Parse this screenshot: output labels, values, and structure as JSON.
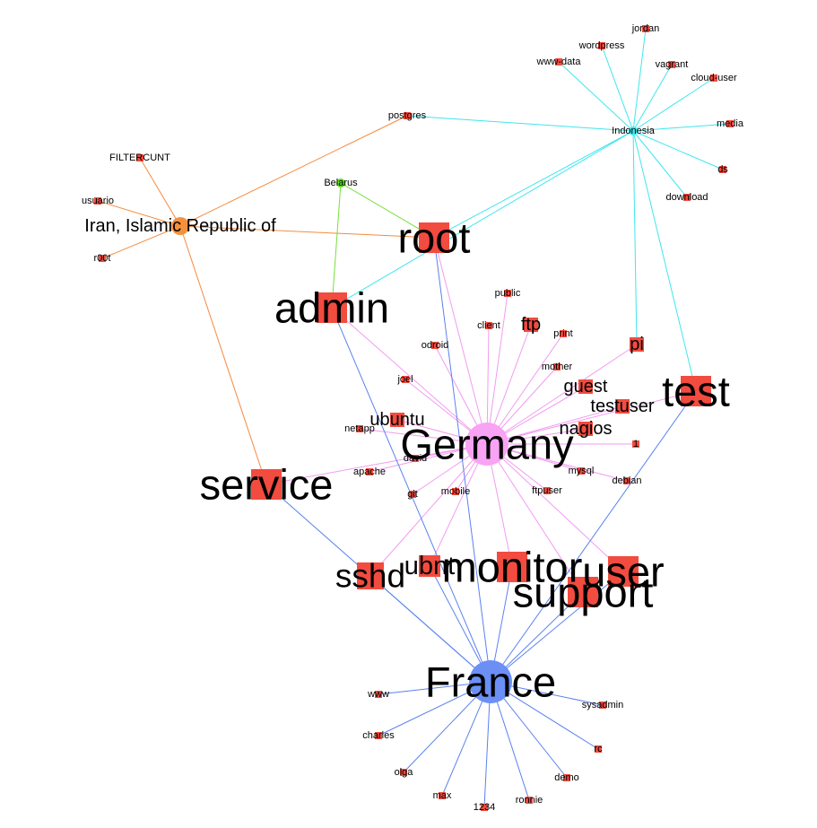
{
  "colors": {
    "country_de": "#f9a3f5",
    "country_fr": "#6b8ff5",
    "country_id": "#3fe8ef",
    "country_ir": "#f5913d",
    "country_by": "#5de023",
    "user_node": "#f24b3f",
    "edge_de": "#f29bf0",
    "edge_fr": "#5a82f0",
    "edge_id": "#3fe6ee",
    "edge_ir": "#f58a3d",
    "edge_by": "#78e03a"
  },
  "countries": [
    {
      "id": "de",
      "label": "Germany"
    },
    {
      "id": "fr",
      "label": "France"
    },
    {
      "id": "id",
      "label": "Indonesia"
    },
    {
      "id": "ir",
      "label": "Iran, Islamic Republic of"
    },
    {
      "id": "by",
      "label": "Belarus"
    }
  ],
  "usernames": [
    {
      "id": "root",
      "label": "root"
    },
    {
      "id": "admin",
      "label": "admin"
    },
    {
      "id": "test",
      "label": "test"
    },
    {
      "id": "service",
      "label": "service"
    },
    {
      "id": "monitor",
      "label": "monitor"
    },
    {
      "id": "user",
      "label": "user"
    },
    {
      "id": "support",
      "label": "support"
    },
    {
      "id": "sshd",
      "label": "sshd"
    },
    {
      "id": "ubnt",
      "label": "ubnt"
    },
    {
      "id": "pi",
      "label": "pi"
    },
    {
      "id": "guest",
      "label": "guest"
    },
    {
      "id": "testuser",
      "label": "testuser"
    },
    {
      "id": "nagios",
      "label": "nagios"
    },
    {
      "id": "ubuntu",
      "label": "ubuntu"
    },
    {
      "id": "ftp",
      "label": "ftp"
    },
    {
      "id": "public",
      "label": "public"
    },
    {
      "id": "client",
      "label": "client"
    },
    {
      "id": "print",
      "label": "print"
    },
    {
      "id": "odroid",
      "label": "odroid"
    },
    {
      "id": "mother",
      "label": "mother"
    },
    {
      "id": "joel",
      "label": "joel"
    },
    {
      "id": "netapp",
      "label": "netapp"
    },
    {
      "id": "david",
      "label": "david"
    },
    {
      "id": "apache",
      "label": "apache"
    },
    {
      "id": "git",
      "label": "git"
    },
    {
      "id": "mobile",
      "label": "mobile"
    },
    {
      "id": "mysql",
      "label": "mysql"
    },
    {
      "id": "ftpuser",
      "label": "ftpuser"
    },
    {
      "id": "debian",
      "label": "debian"
    },
    {
      "id": "one",
      "label": "1"
    },
    {
      "id": "jordan",
      "label": "jordan"
    },
    {
      "id": "wordpress",
      "label": "wordpress"
    },
    {
      "id": "wwwdata",
      "label": "www-data"
    },
    {
      "id": "vagrant",
      "label": "vagrant"
    },
    {
      "id": "clouduser",
      "label": "cloud-user"
    },
    {
      "id": "media",
      "label": "media"
    },
    {
      "id": "ds",
      "label": "ds"
    },
    {
      "id": "download",
      "label": "download"
    },
    {
      "id": "postgres",
      "label": "postgres"
    },
    {
      "id": "filtercunt",
      "label": "FILTERCUNT"
    },
    {
      "id": "usuario",
      "label": "usuario"
    },
    {
      "id": "r00t",
      "label": "r00t"
    },
    {
      "id": "www",
      "label": "www"
    },
    {
      "id": "charles",
      "label": "charles"
    },
    {
      "id": "olga",
      "label": "olga"
    },
    {
      "id": "max",
      "label": "max"
    },
    {
      "id": "n1234",
      "label": "1234"
    },
    {
      "id": "ronnie",
      "label": "ronnie"
    },
    {
      "id": "demo",
      "label": "demo"
    },
    {
      "id": "rc",
      "label": "rc"
    },
    {
      "id": "sysadmin",
      "label": "sysadmin"
    }
  ],
  "edges": [
    [
      "de",
      "admin"
    ],
    [
      "de",
      "root"
    ],
    [
      "de",
      "test"
    ],
    [
      "de",
      "service"
    ],
    [
      "de",
      "monitor"
    ],
    [
      "de",
      "user"
    ],
    [
      "de",
      "support"
    ],
    [
      "de",
      "sshd"
    ],
    [
      "de",
      "ubnt"
    ],
    [
      "de",
      "pi"
    ],
    [
      "de",
      "guest"
    ],
    [
      "de",
      "testuser"
    ],
    [
      "de",
      "nagios"
    ],
    [
      "de",
      "ubuntu"
    ],
    [
      "de",
      "ftp"
    ],
    [
      "de",
      "public"
    ],
    [
      "de",
      "client"
    ],
    [
      "de",
      "print"
    ],
    [
      "de",
      "odroid"
    ],
    [
      "de",
      "mother"
    ],
    [
      "de",
      "joel"
    ],
    [
      "de",
      "netapp"
    ],
    [
      "de",
      "david"
    ],
    [
      "de",
      "apache"
    ],
    [
      "de",
      "git"
    ],
    [
      "de",
      "mobile"
    ],
    [
      "de",
      "mysql"
    ],
    [
      "de",
      "ftpuser"
    ],
    [
      "de",
      "debian"
    ],
    [
      "de",
      "one"
    ],
    [
      "fr",
      "root"
    ],
    [
      "fr",
      "admin"
    ],
    [
      "fr",
      "test"
    ],
    [
      "fr",
      "service"
    ],
    [
      "fr",
      "monitor"
    ],
    [
      "fr",
      "user"
    ],
    [
      "fr",
      "support"
    ],
    [
      "fr",
      "sshd"
    ],
    [
      "fr",
      "ubnt"
    ],
    [
      "fr",
      "www"
    ],
    [
      "fr",
      "charles"
    ],
    [
      "fr",
      "olga"
    ],
    [
      "fr",
      "max"
    ],
    [
      "fr",
      "n1234"
    ],
    [
      "fr",
      "ronnie"
    ],
    [
      "fr",
      "demo"
    ],
    [
      "fr",
      "rc"
    ],
    [
      "fr",
      "sysadmin"
    ],
    [
      "id",
      "root"
    ],
    [
      "id",
      "admin"
    ],
    [
      "id",
      "test"
    ],
    [
      "id",
      "pi"
    ],
    [
      "id",
      "postgres"
    ],
    [
      "id",
      "jordan"
    ],
    [
      "id",
      "wordpress"
    ],
    [
      "id",
      "wwwdata"
    ],
    [
      "id",
      "vagrant"
    ],
    [
      "id",
      "clouduser"
    ],
    [
      "id",
      "media"
    ],
    [
      "id",
      "ds"
    ],
    [
      "id",
      "download"
    ],
    [
      "ir",
      "root"
    ],
    [
      "ir",
      "postgres"
    ],
    [
      "ir",
      "service"
    ],
    [
      "ir",
      "filtercunt"
    ],
    [
      "ir",
      "usuario"
    ],
    [
      "ir",
      "r00t"
    ],
    [
      "by",
      "root"
    ],
    [
      "by",
      "admin"
    ]
  ]
}
